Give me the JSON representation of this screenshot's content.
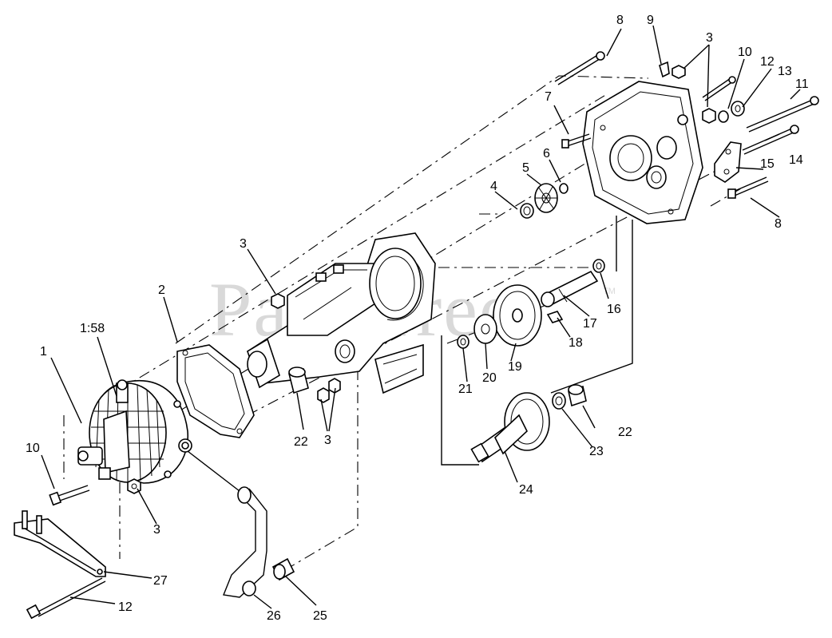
{
  "watermark": {
    "text": "PartsTree",
    "trademark": "TM"
  },
  "callouts": [
    "1",
    "1:58",
    "2",
    "3",
    "4",
    "5",
    "6",
    "7",
    "8",
    "9",
    "10",
    "11",
    "12",
    "13",
    "14",
    "15",
    "16",
    "17",
    "18",
    "19",
    "20",
    "21",
    "22",
    "23",
    "24",
    "25",
    "26",
    "27"
  ]
}
